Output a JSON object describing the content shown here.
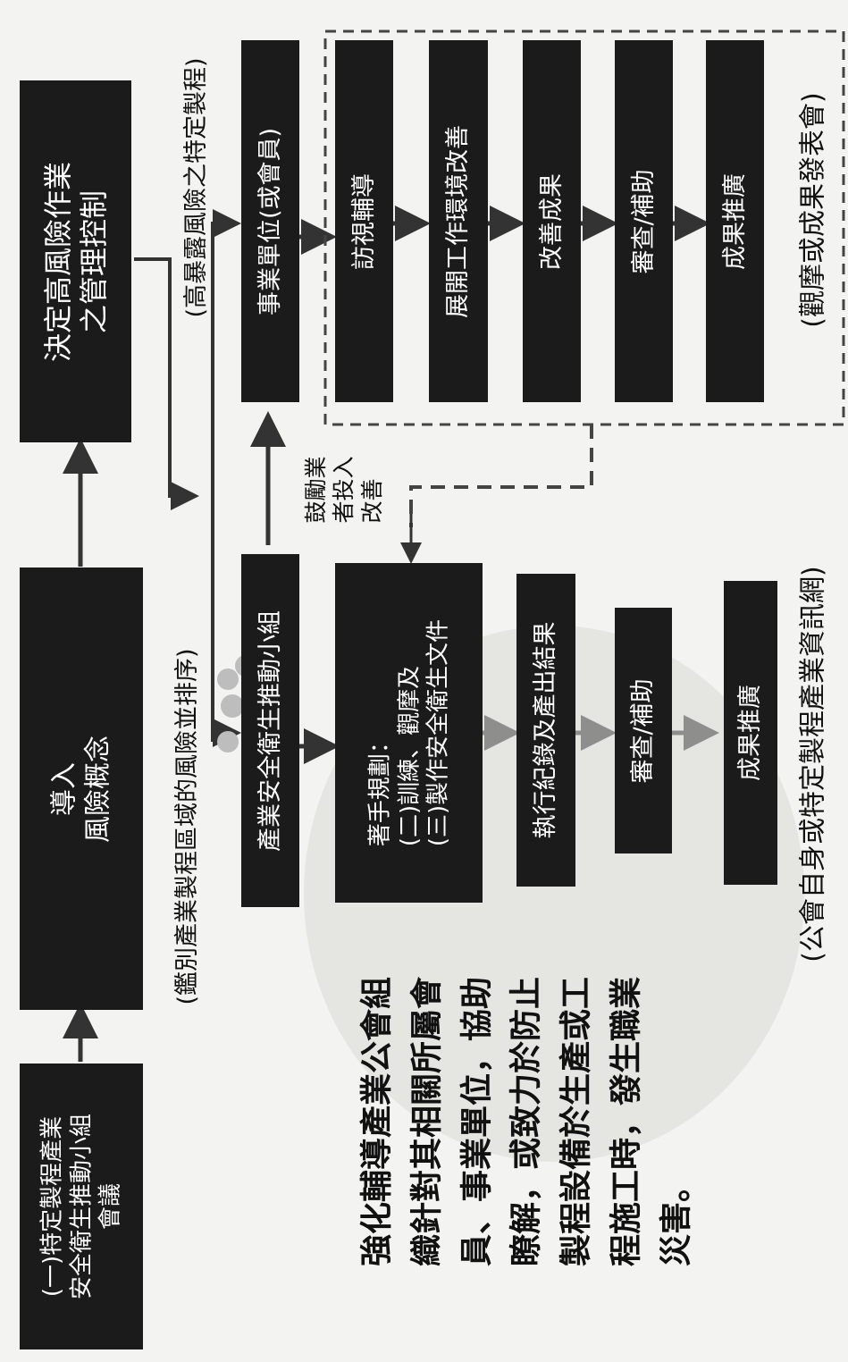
{
  "nodes": {
    "meeting": {
      "line1": "(一)特定製程產業",
      "line2": "安全衛生推動小組",
      "line3": "會議"
    },
    "introduce": {
      "line1": "導入",
      "line2": "風險概念"
    },
    "decide": {
      "line1": "決定高風險作業",
      "line2": "之管理控制"
    },
    "business_unit": "事業單位(或會員)",
    "visit": "訪視輔導",
    "improve_env": "展開工作環境改善",
    "improve_result": "改善成果",
    "review_right": "審查/補助",
    "promote_right": "成果推廣",
    "promotion_team": "產業安全衛生推動小組",
    "plan": {
      "line1": "著手規劃：",
      "line2": "(二)訓練、觀摩及",
      "line3": "(三)製作安全衛生文件"
    },
    "execute": "執行紀錄及產出結果",
    "review_left": "審查/補助",
    "promote_left": "成果推廣"
  },
  "labels": {
    "identify": "(鑑別產業製程區域的風險並排序)",
    "high_exposure": "(高暴露風險之特定製程)",
    "encourage": {
      "line1": "鼓勵業",
      "line2": "者投入",
      "line3": "改善"
    },
    "observe": "(觀摩或成果發表會)",
    "association": "(公會自身或特定製程產業資訊網)"
  },
  "strengthen": {
    "lines": [
      "強化輔導產業公會組",
      "織針對其相關所屬會",
      "員、事業單位，協助",
      "瞭解，或致力於防止",
      "製程設備於生產或工",
      "程施工時，發生職業",
      "災害。"
    ]
  }
}
